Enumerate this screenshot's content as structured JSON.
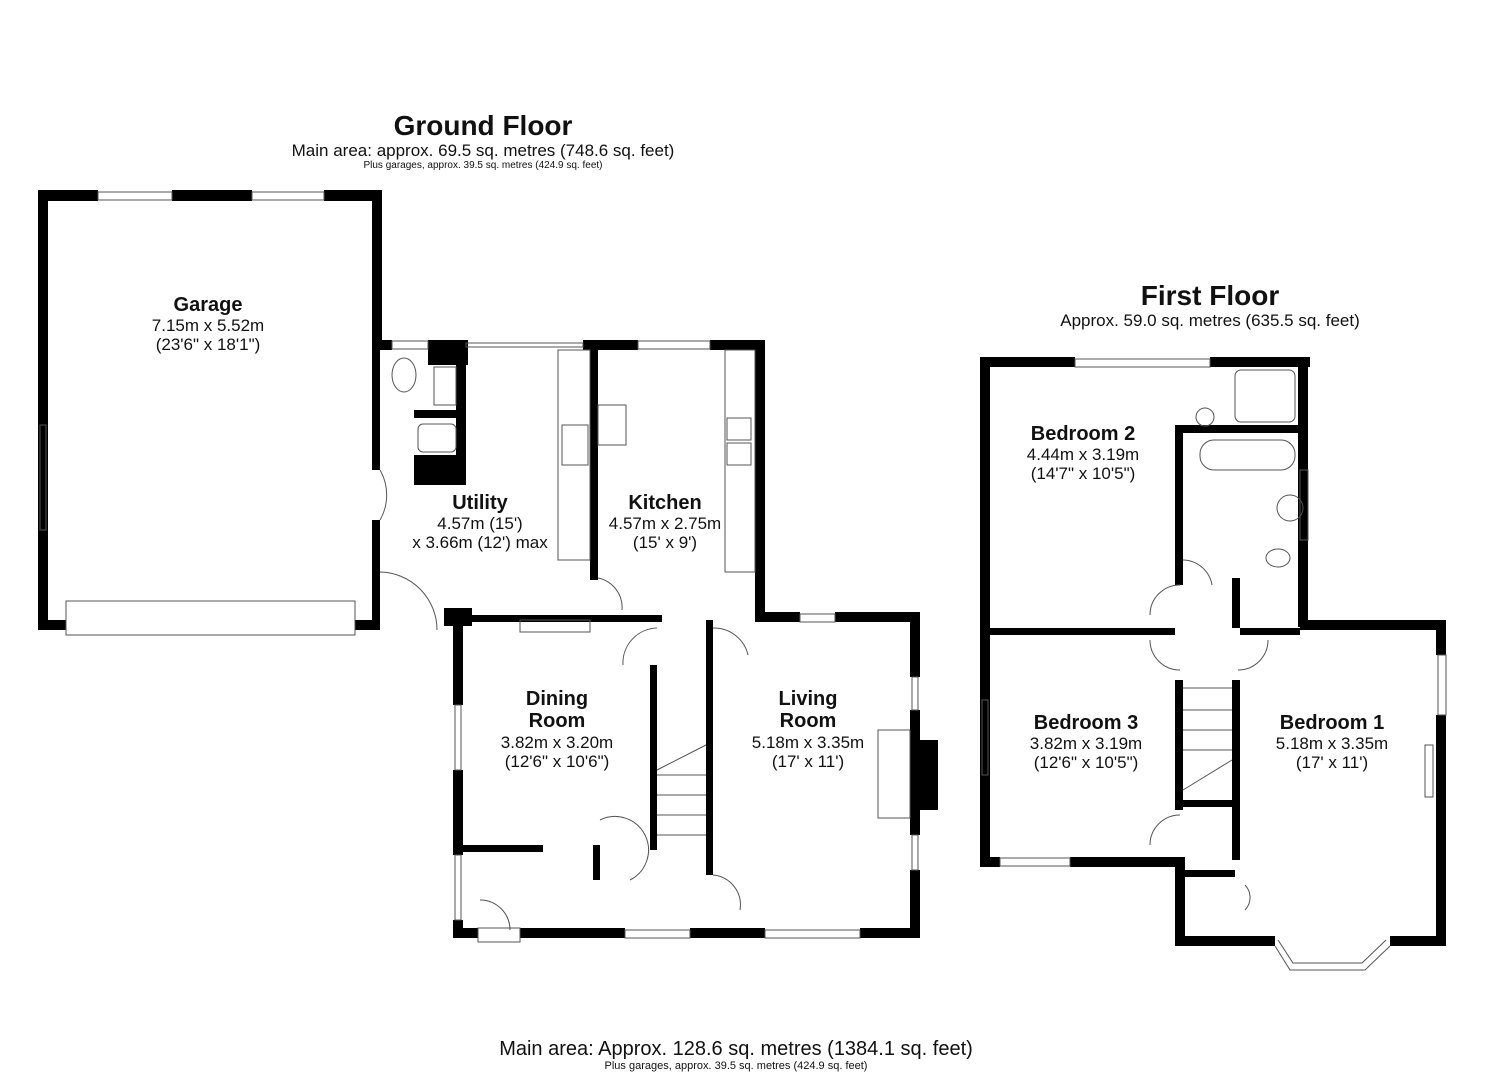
{
  "ground_floor": {
    "title": "Ground Floor",
    "main_area": "Main area: approx. 69.5 sq. metres (748.6 sq. feet)",
    "garage_note": "Plus garages, approx. 39.5 sq. metres (424.9 sq. feet)",
    "rooms": [
      {
        "name": "Garage",
        "dim_m": "7.15m x 5.52m",
        "dim_ft": "(23'6\" x 18'1\")"
      },
      {
        "name": "Utility",
        "dim_m": "4.57m (15')",
        "dim_ft": "x 3.66m (12') max"
      },
      {
        "name": "Kitchen",
        "dim_m": "4.57m x 2.75m",
        "dim_ft": "(15' x 9')"
      },
      {
        "name": "Dining",
        "name2": "Room",
        "dim_m": "3.82m x 3.20m",
        "dim_ft": "(12'6\" x 10'6\")"
      },
      {
        "name": "Living",
        "name2": "Room",
        "dim_m": "5.18m x 3.35m",
        "dim_ft": "(17' x 11')"
      }
    ]
  },
  "first_floor": {
    "title": "First Floor",
    "area": "Approx. 59.0 sq. metres (635.5 sq. feet)",
    "rooms": [
      {
        "name": "Bedroom 2",
        "dim_m": "4.44m x 3.19m",
        "dim_ft": "(14'7\" x 10'5\")"
      },
      {
        "name": "Bedroom 3",
        "dim_m": "3.82m x 3.19m",
        "dim_ft": "(12'6\" x 10'5\")"
      },
      {
        "name": "Bedroom 1",
        "dim_m": "5.18m x 3.35m",
        "dim_ft": "(17' x 11')"
      }
    ]
  },
  "totals": {
    "main_area": "Main area: Approx. 128.6 sq. metres (1384.1 sq. feet)",
    "garage_note": "Plus garages, approx. 39.5 sq. metres (424.9 sq. feet)"
  },
  "colors": {
    "wall": "#000000",
    "fixture": "#555555",
    "background": "#ffffff"
  }
}
